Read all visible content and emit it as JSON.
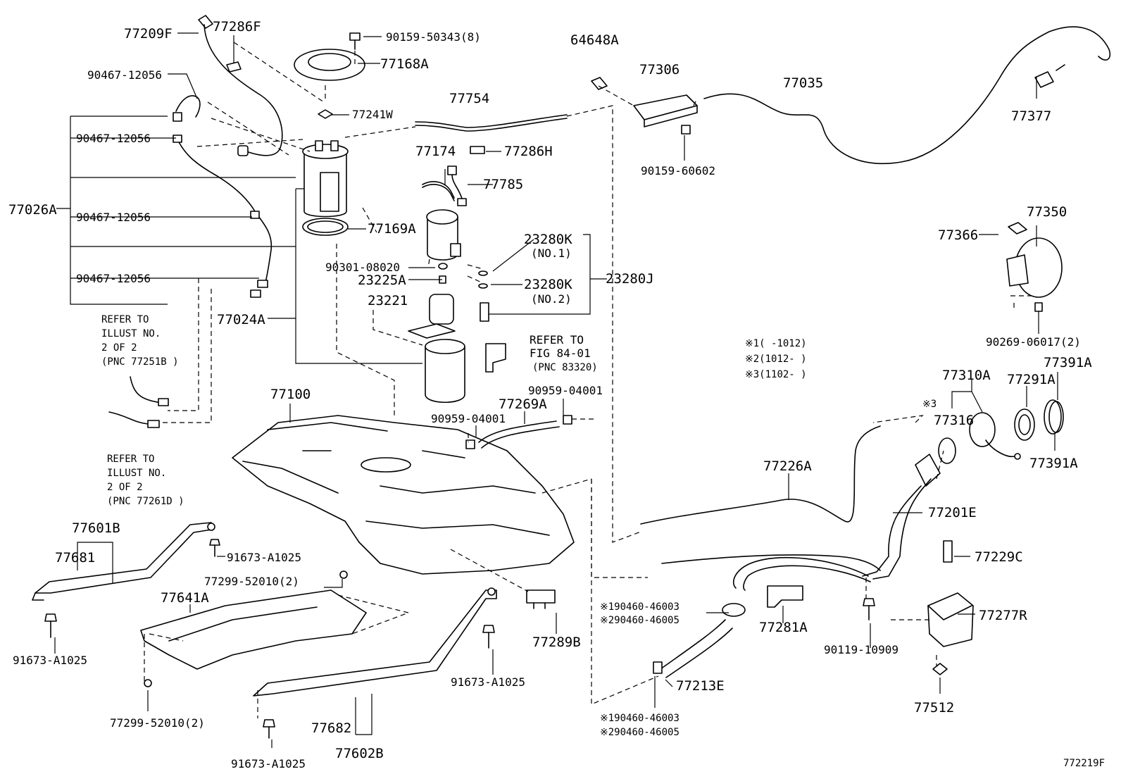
{
  "labels": {
    "p77209F": "77209F",
    "p77286F": "77286F",
    "p90159_50343": "90159-50343(8)",
    "p77168A": "77168A",
    "p64648A": "64648A",
    "p77306": "77306",
    "p77035": "77035",
    "p90467_a": "90467-12056",
    "p77241W": "77241W",
    "p77754": "77754",
    "p90467_b": "90467-12056",
    "p77174": "77174",
    "p77286H": "77286H",
    "p90159_60602": "90159-60602",
    "p77377": "77377",
    "p77785": "77785",
    "p77026A": "77026A",
    "p90467_c": "90467-12056",
    "p77169A": "77169A",
    "p23280K_1": "23280K",
    "no1": "(NO.1)",
    "p77350": "77350",
    "p77366": "77366",
    "p90301": "90301-08020",
    "p23225A": "23225A",
    "p23280K_2": "23280K",
    "no2": "(NO.2)",
    "p23280J": "23280J",
    "p90467_d": "90467-12056",
    "p23221": "23221",
    "p77024A": "77024A",
    "refer_fig_1": "REFER TO",
    "refer_fig_2": "FIG 84-01",
    "refer_fig_3": "(PNC 83320)",
    "refer1_1": "REFER TO",
    "refer1_2": "ILLUST NO.",
    "refer1_3": "2 OF 2",
    "refer1_4": "(PNC 77251B )",
    "p90269": "90269-06017(2)",
    "note1": "※1(   -1012)",
    "note2": "※2(1012-   )",
    "note3": "※3(1102-   )",
    "p77391A_top": "77391A",
    "p77310A": "77310A",
    "p77291A": "77291A",
    "p77100": "77100",
    "p90959_a": "90959-04001",
    "p77269A": "77269A",
    "p90959_b": "90959-04001",
    "mark3": "※3",
    "p77316": "77316",
    "refer2_1": "REFER TO",
    "refer2_2": "ILLUST NO.",
    "refer2_3": "2 OF 2",
    "refer2_4": "(PNC 77261D )",
    "p77391A_bot": "77391A",
    "p77226A": "77226A",
    "p77201E": "77201E",
    "p77601B": "77601B",
    "p77681": "77681",
    "p91673_a": "91673-A1025",
    "p77229C": "77229C",
    "p77299_a": "77299-52010(2)",
    "p77641A": "77641A",
    "c1a": "※190460-46003",
    "c2a": "※290460-46005",
    "p77277R": "77277R",
    "p77281A": "77281A",
    "p77289B": "77289B",
    "p91673_b": "91673-A1025",
    "p90119": "90119-10909",
    "p91673_c": "91673-A1025",
    "p77213E": "77213E",
    "p77512": "77512",
    "p77299_b": "77299-52010(2)",
    "c1b": "※190460-46003",
    "c2b": "※290460-46005",
    "p77682": "77682",
    "p77602B": "77602B",
    "p91673_d": "91673-A1025",
    "code": "772219F"
  }
}
